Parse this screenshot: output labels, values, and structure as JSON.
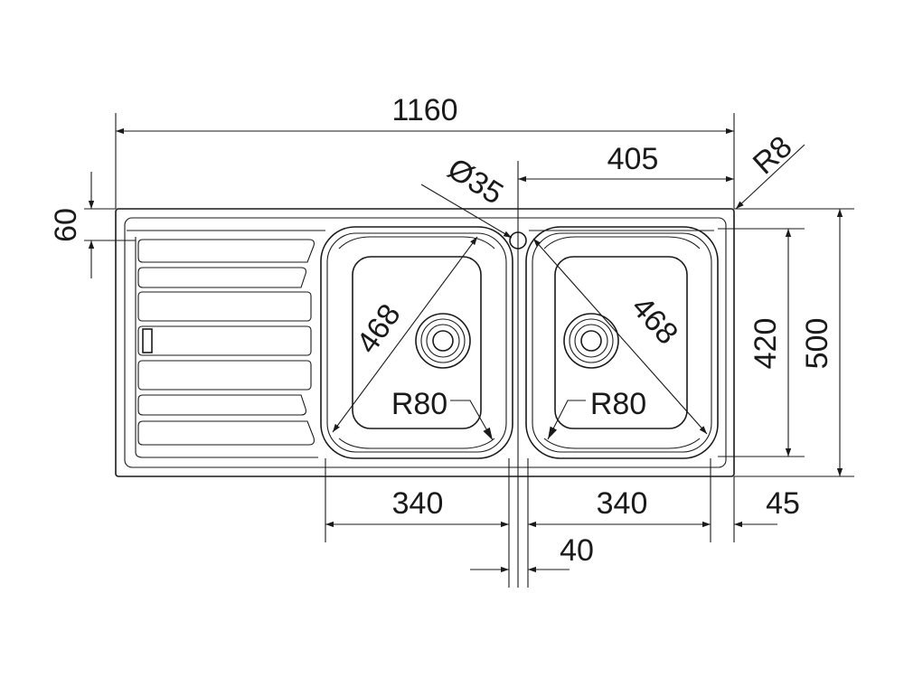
{
  "dimensions": {
    "overall_length": "1160",
    "right_offset": "405",
    "tap_hole_diameter": "Ø35",
    "corner_radius": "R8",
    "top_margin": "60",
    "bowl_width": "420",
    "overall_width": "500",
    "diagonal_left": "468",
    "diagonal_right": "468",
    "bowl_radius_left": "R80",
    "bowl_radius_right": "R80",
    "bowl_length_left": "340",
    "bowl_length_right": "340",
    "bowl_gap": "40",
    "right_margin": "45"
  }
}
